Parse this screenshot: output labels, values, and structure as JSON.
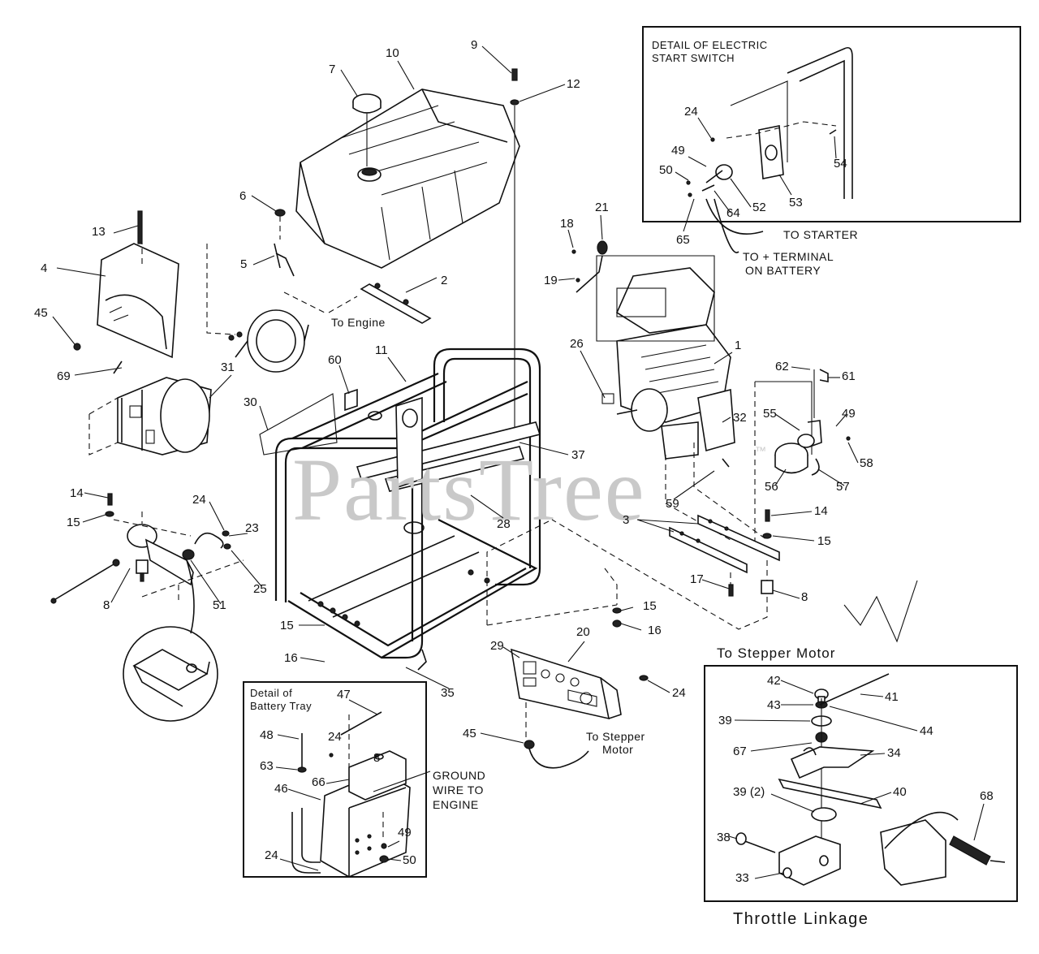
{
  "watermark": {
    "text": "PartsTree",
    "mark": "™"
  },
  "parts": {
    "p1": "1",
    "p2": "2",
    "p3": "3",
    "p4": "4",
    "p5": "5",
    "p6": "6",
    "p7": "7",
    "p8a": "8",
    "p8b": "8",
    "p9": "9",
    "p10": "10",
    "p11": "11",
    "p12": "12",
    "p13": "13",
    "p14a": "14",
    "p14b": "14",
    "p15a": "15",
    "p15b": "15",
    "p15c": "15",
    "p15d": "15",
    "p16a": "16",
    "p16b": "16",
    "p17": "17",
    "p18": "18",
    "p19": "19",
    "p20": "20",
    "p21": "21",
    "p23": "23",
    "p24a": "24",
    "p24b": "24",
    "p25": "25",
    "p26": "26",
    "p28": "28",
    "p29": "29",
    "p30": "30",
    "p31": "31",
    "p32": "32",
    "p35": "35",
    "p37": "37",
    "p45a": "45",
    "p45b": "45",
    "p49": "49",
    "p51": "51",
    "p55": "55",
    "p56": "56",
    "p57": "57",
    "p58": "58",
    "p59": "59",
    "p60": "60",
    "p61": "61",
    "p62": "62",
    "p69": "69"
  },
  "notes": {
    "to_engine": "To Engine",
    "to_stepper_1": "To Stepper",
    "to_stepper_2": "Motor"
  },
  "switch_detail": {
    "title_1": "DETAIL OF ELECTRIC",
    "title_2": "START SWITCH",
    "p24": "24",
    "p49": "49",
    "p50": "50",
    "p52": "52",
    "p53": "53",
    "p54": "54",
    "p64": "64",
    "p65": "65",
    "to_starter": "TO STARTER",
    "to_terminal_1": "TO + TERMINAL",
    "to_terminal_2": "ON BATTERY"
  },
  "battery_detail": {
    "title_1": "Detail of",
    "title_2": "Battery Tray",
    "p47": "47",
    "p48": "48",
    "p24a": "24",
    "p63": "63",
    "p66": "66",
    "p46": "46",
    "p49": "49",
    "p50": "50",
    "p24b": "24",
    "p8": "8",
    "ground_1": "GROUND",
    "ground_2": "WIRE TO",
    "ground_3": "ENGINE"
  },
  "throttle_detail": {
    "heading": "To Stepper Motor",
    "caption": "Throttle Linkage",
    "p42": "42",
    "p41": "41",
    "p43": "43",
    "p44": "44",
    "p39": "39",
    "p67": "67",
    "p34": "34",
    "p39b": "39 (2)",
    "p40": "40",
    "p38": "38",
    "p33": "33",
    "p68": "68"
  }
}
